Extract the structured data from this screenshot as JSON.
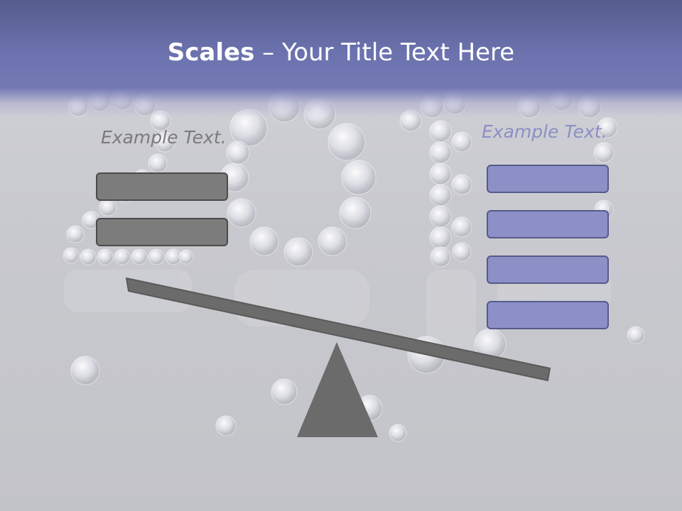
{
  "slide": {
    "title_bold": "Scales",
    "title_rest": " – Your Title Text Here"
  },
  "left_panel": {
    "example_text": "Example Text.",
    "boxes": [
      "",
      ""
    ]
  },
  "right_panel": {
    "example_text": "Example Text.",
    "boxes": [
      "",
      "",
      "",
      ""
    ]
  },
  "colors": {
    "header": "#6b72ae",
    "background": "#c8c9ce",
    "gray_box": "#7c7c7c",
    "blue_box": "#8c90c6",
    "scale": "#6b6b6b"
  },
  "background_art": "diamond-2012-icon"
}
